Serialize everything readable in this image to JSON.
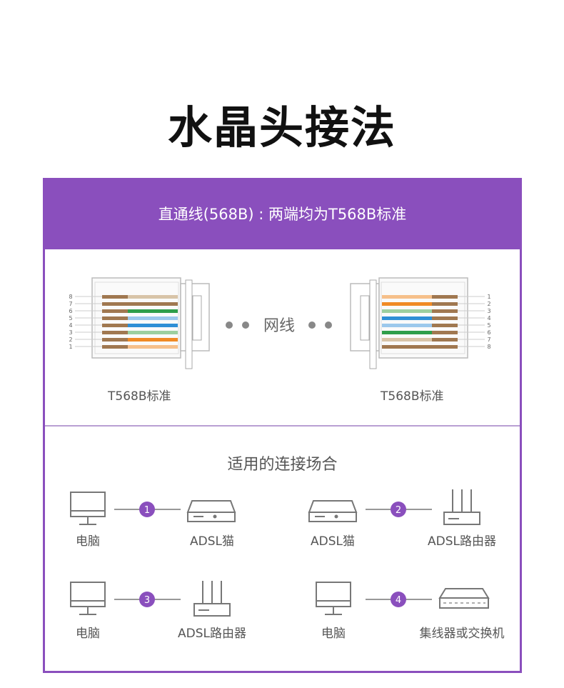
{
  "title": "水晶头接法",
  "header": {
    "text": "直通线(568B) : 两端均为T568B标准"
  },
  "wiring": {
    "left_label": "T568B标准",
    "right_label": "T568B标准",
    "cable_label": "网线",
    "left_pins": [
      "8",
      "7",
      "6",
      "5",
      "4",
      "3",
      "2",
      "1"
    ],
    "right_pins": [
      "1",
      "2",
      "3",
      "4",
      "5",
      "6",
      "7",
      "8"
    ]
  },
  "usage": {
    "title": "适用的连接场合",
    "connections": [
      {
        "number": "1",
        "left": "电脑",
        "right": "ADSL猫",
        "left_icon": "monitor-icon",
        "right_icon": "modem-icon"
      },
      {
        "number": "2",
        "left": "ADSL猫",
        "right": "ADSL路由器",
        "left_icon": "modem-icon",
        "right_icon": "router-icon"
      },
      {
        "number": "3",
        "left": "电脑",
        "right": "ADSL路由器",
        "left_icon": "monitor-icon",
        "right_icon": "router-icon"
      },
      {
        "number": "4",
        "left": "电脑",
        "right": "集线器或交换机",
        "left_icon": "monitor-icon",
        "right_icon": "switch-icon"
      }
    ]
  },
  "colors": {
    "accent": "#8a4fbd",
    "orange": "#f08a24",
    "green": "#2e9e4a",
    "blue": "#2e8fd6",
    "brown": "#a07850"
  }
}
